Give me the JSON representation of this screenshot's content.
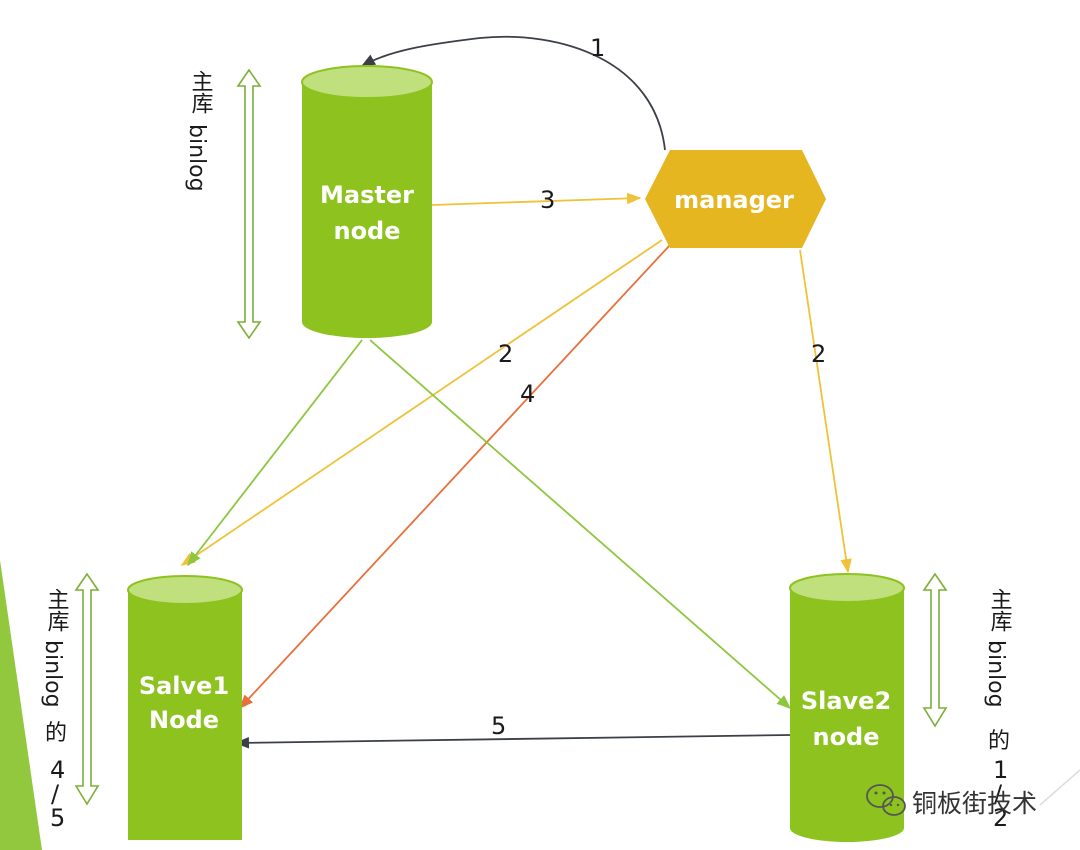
{
  "nodes": {
    "master": {
      "line1": "Master",
      "line2": "node"
    },
    "manager": {
      "label": "manager"
    },
    "slave1": {
      "line1": "Salve1",
      "line2": "Node"
    },
    "slave2": {
      "line1": "Slave2",
      "line2": "node"
    }
  },
  "edge_labels": {
    "manager_to_master": "1",
    "master_to_manager": "3",
    "manager_to_slave1": "2",
    "manager_to_slave2": "2",
    "manager_to_slave1_red": "4",
    "slave2_to_slave1": "5"
  },
  "binlog_labels": {
    "master": {
      "cjk": "主库",
      "latin": "binlog"
    },
    "slave1": {
      "cjk": "主库",
      "latin": "binlog",
      "suffix": "的",
      "num": "4",
      "sep": "/",
      "den": "5"
    },
    "slave2": {
      "cjk": "主库",
      "latin": "binlog",
      "suffix": "的",
      "num": "1",
      "sep": "/",
      "den": "2"
    }
  },
  "watermark": {
    "text": "铜板街技术",
    "icon": "wechat-icon"
  },
  "colors": {
    "cylinder_body": "#8dc21f",
    "cylinder_top": "#bfe07c",
    "manager_fill": "#e5b620",
    "line_green": "#8dc63f",
    "line_yellow": "#efc23a",
    "line_red": "#e8703a",
    "line_dark": "#3a3f48",
    "accent_triangle": "#92c83e"
  }
}
